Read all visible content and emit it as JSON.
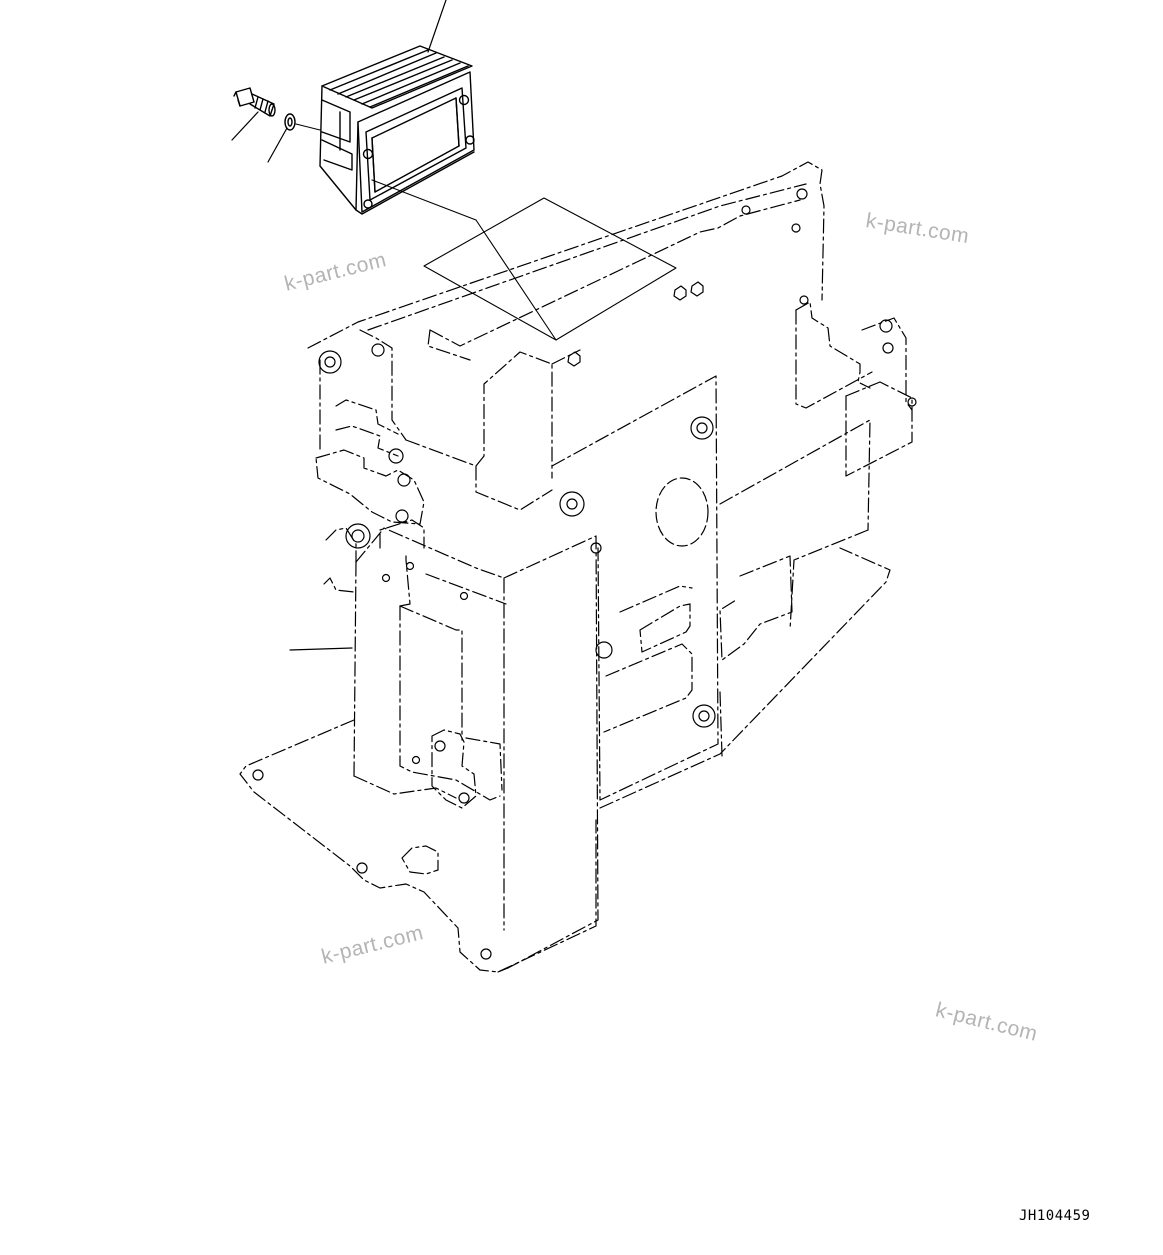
{
  "drawing": {
    "drawing_number": "JH104459",
    "watermarks": [
      "k-part.com",
      "k-part.com",
      "k-part.com",
      "k-part.com"
    ],
    "line_color": "#000000",
    "watermark_color": "#b4b4b4"
  }
}
